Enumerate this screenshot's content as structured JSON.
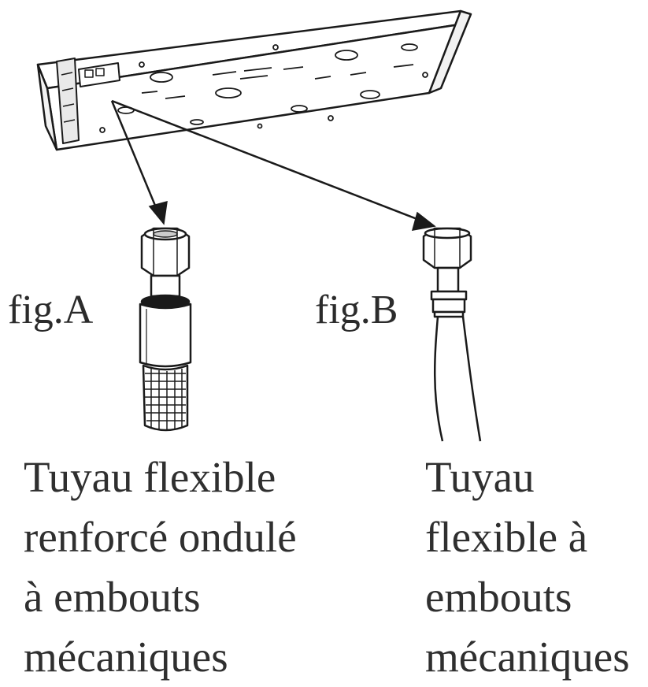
{
  "figures": {
    "a": {
      "label": "fig.A",
      "caption_lines": [
        "Tuyau flexible",
        "renforcé ondulé",
        "à embouts",
        "mécaniques"
      ]
    },
    "b": {
      "label": "fig.B",
      "caption_lines": [
        "Tuyau",
        "flexible à",
        "embouts",
        "mécaniques"
      ]
    }
  },
  "colors": {
    "line": "#1a1a1a",
    "text": "#2b2b2b"
  }
}
